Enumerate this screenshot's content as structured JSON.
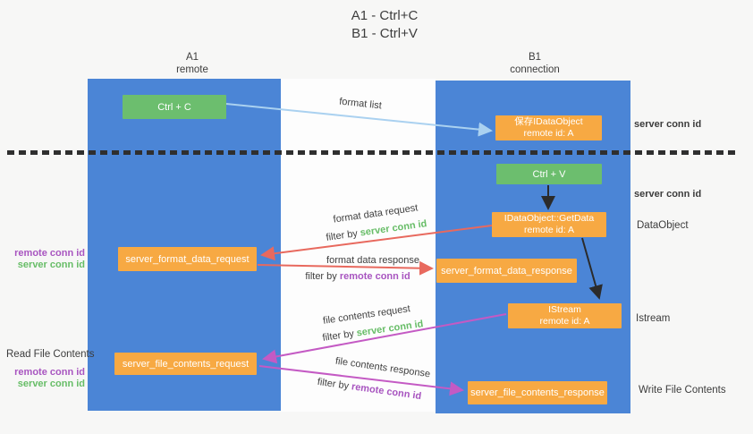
{
  "title": {
    "line1": "A1 - Ctrl+C",
    "line2": "B1 - Ctrl+V"
  },
  "lanes": {
    "a": {
      "name": "A1",
      "role": "remote"
    },
    "b": {
      "name": "B1",
      "role": "connection"
    }
  },
  "boxes": {
    "ctrl_c": "Ctrl + C",
    "ctrl_v": "Ctrl + V",
    "save_idataobject": {
      "line1": "保存IDataObject",
      "line2": "remote id: A"
    },
    "idataobject_getdata": {
      "line1": "IDataObject::GetData",
      "line2": "remote id: A"
    },
    "istream": {
      "line1": "IStream",
      "line2": "remote id: A"
    },
    "server_format_data_request": "server_format_data_request",
    "server_format_data_response": "server_format_data_response",
    "server_file_contents_request": "server_file_contents_request",
    "server_file_contents_response": "server_file_contents_response"
  },
  "arrow_labels": {
    "format_list": "format list",
    "format_data_request": "format data request",
    "format_data_response": "format data response",
    "file_contents_request": "file contents request",
    "file_contents_response": "file contents response",
    "filter_by": "filter by",
    "server_conn_id": "server conn id",
    "remote_conn_id": "remote conn id"
  },
  "side_labels": {
    "left_remote_conn_id_1": "remote conn id",
    "left_server_conn_id_1": "server conn id",
    "read_file_contents": "Read File Contents",
    "left_remote_conn_id_2": "remote conn id",
    "left_server_conn_id_2": "server conn id",
    "right_server_conn_id_1": "server conn id",
    "right_server_conn_id_2": "server conn id",
    "dataobject": "DataObject",
    "istream": "Istream",
    "write_file_contents": "Write File Contents"
  },
  "colors": {
    "lane-blue": "#4b85d6",
    "box-green": "#6cbe6e",
    "box-orange": "#f7a943",
    "arrow-red": "#e8695e",
    "arrow-magenta": "#c45ac4",
    "arrow-blue": "#aad1f0",
    "arrow-black": "#2b2b2b",
    "label-green": "#67bd67",
    "label-purple": "#a855c0"
  }
}
